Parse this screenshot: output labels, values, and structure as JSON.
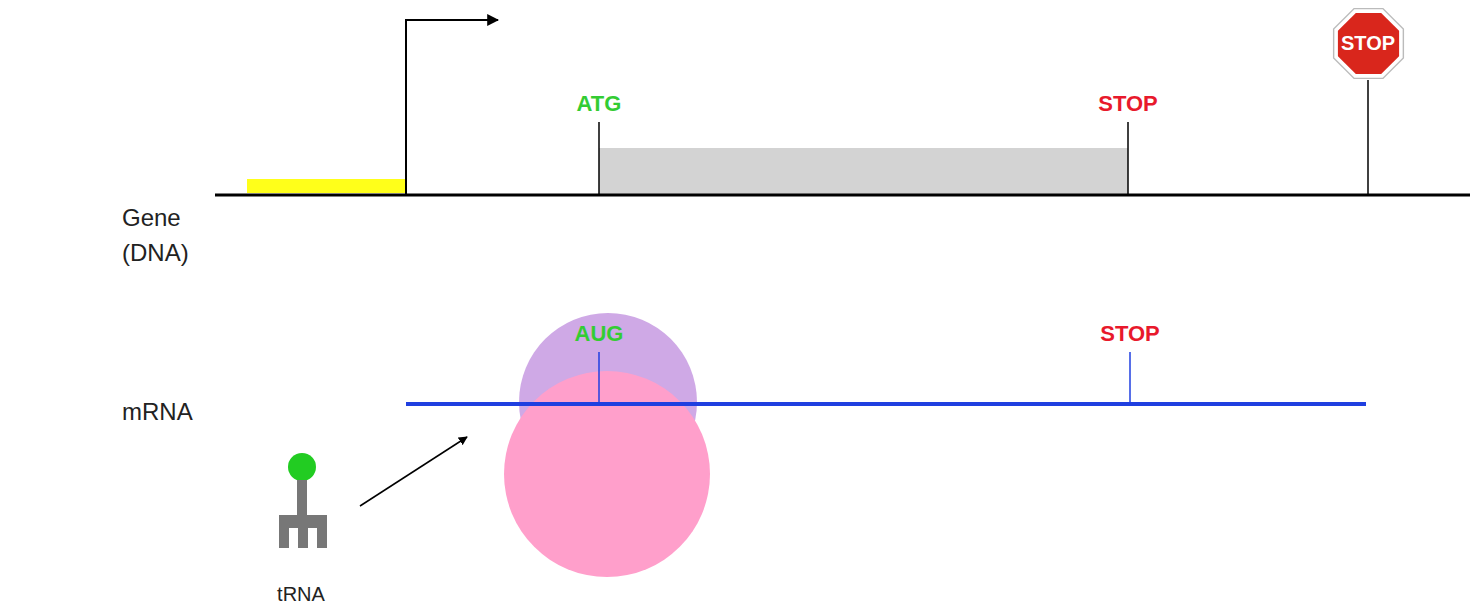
{
  "diagram": {
    "nodes": [
      {
        "text": [
          "STOP"
        ]
      }
    ],
    "labels": [
      "ATG",
      "STOP",
      "Gene (DNA)",
      "AUG",
      "STOP",
      "mRNA",
      "tRNA"
    ]
  }
}
